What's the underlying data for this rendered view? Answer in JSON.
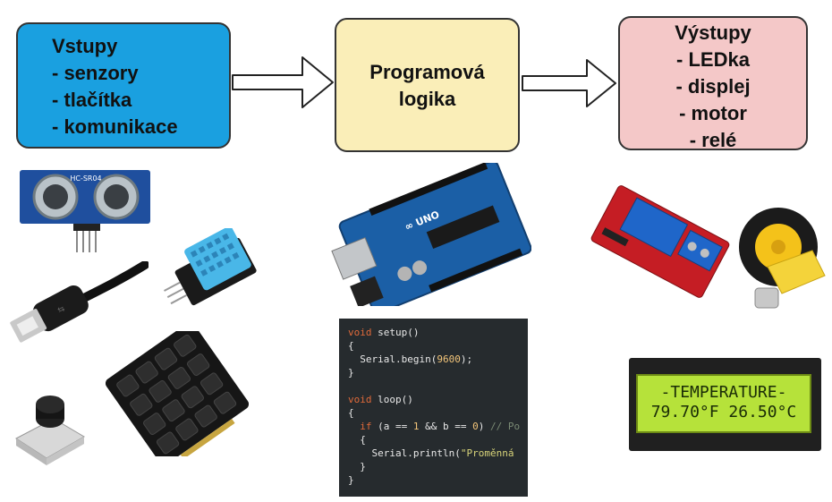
{
  "inputs": {
    "title": "Vstupy",
    "items": [
      "- senzory",
      "- tlačítka",
      "- komunikace"
    ]
  },
  "logic": {
    "title_line1": "Programová",
    "title_line2": "logika"
  },
  "outputs": {
    "title": "Výstupy",
    "items": [
      "- LEDka",
      "- displej",
      "- motor",
      "- relé"
    ]
  },
  "ultrasonic_label": "HC-SR04",
  "code": {
    "lines": [
      {
        "kw": "void",
        "rest": " setup()"
      },
      {
        "plain": "{"
      },
      {
        "plain": "  Serial.begin(",
        "num": "9600",
        "after": ");"
      },
      {
        "plain": "}"
      },
      {
        "plain": ""
      },
      {
        "kw": "void",
        "rest": " loop()"
      },
      {
        "plain": "{"
      },
      {
        "indent": "  ",
        "kw": "if",
        "rest": " (a == ",
        "num": "1",
        "mid": " && b == ",
        "num2": "0",
        "end": ") ",
        "cm": "// Po"
      },
      {
        "plain": "  {"
      },
      {
        "plain": "    Serial.println(",
        "str": "\"Proměnná"
      },
      {
        "plain": "  }"
      },
      {
        "plain": "}"
      }
    ]
  },
  "lcd": {
    "line1": "-TEMPERATURE-",
    "line2": "79.70°F 26.50°C"
  }
}
